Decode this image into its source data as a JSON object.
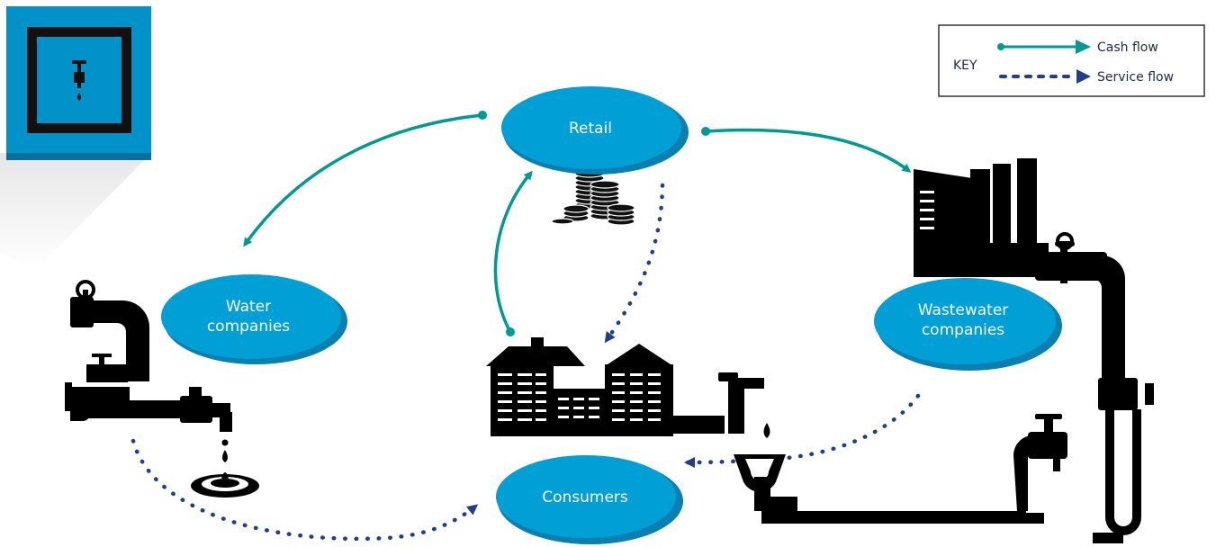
{
  "colors": {
    "node_blue": "#00a0d6",
    "node_shadow": "#0a7fb0",
    "cash_flow": "#009a95",
    "service_flow": "#1f3f8a",
    "icon_black": "#000000",
    "badge_outer": "#0092c9",
    "badge_inner": "#0b7bb0"
  },
  "key": {
    "title": "KEY",
    "cash_label": "Cash flow",
    "service_label": "Service flow"
  },
  "nodes": {
    "retail": "Retail",
    "water_line1": "Water",
    "water_line2": "companies",
    "wastewater_line1": "Wastewater",
    "wastewater_line2": "companies",
    "consumers": "Consumers"
  },
  "icons": {
    "badge": "tap-badge-icon",
    "coins": "coin-stack-icon",
    "factory": "factory-icon",
    "tap_pipe": "tap-pipe-icon",
    "buildings": "buildings-icon",
    "sink": "sink-icon",
    "drain": "drain-pipe-icon"
  }
}
